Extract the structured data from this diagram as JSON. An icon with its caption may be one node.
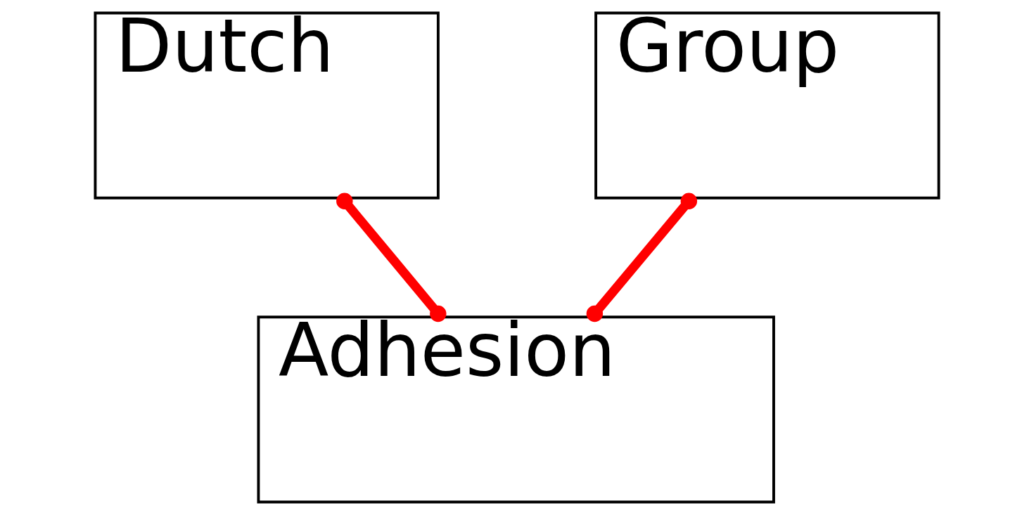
{
  "diagram": {
    "nodes": [
      {
        "text": [
          "Dutch"
        ]
      },
      {
        "text": [
          "Adhesion"
        ]
      },
      {
        "text": [
          "Group"
        ]
      }
    ],
    "edges": [
      {
        "from": 0,
        "to": 1,
        "arrow": "other"
      },
      {
        "from": 1,
        "to": 2,
        "arrow": "other"
      }
    ]
  }
}
